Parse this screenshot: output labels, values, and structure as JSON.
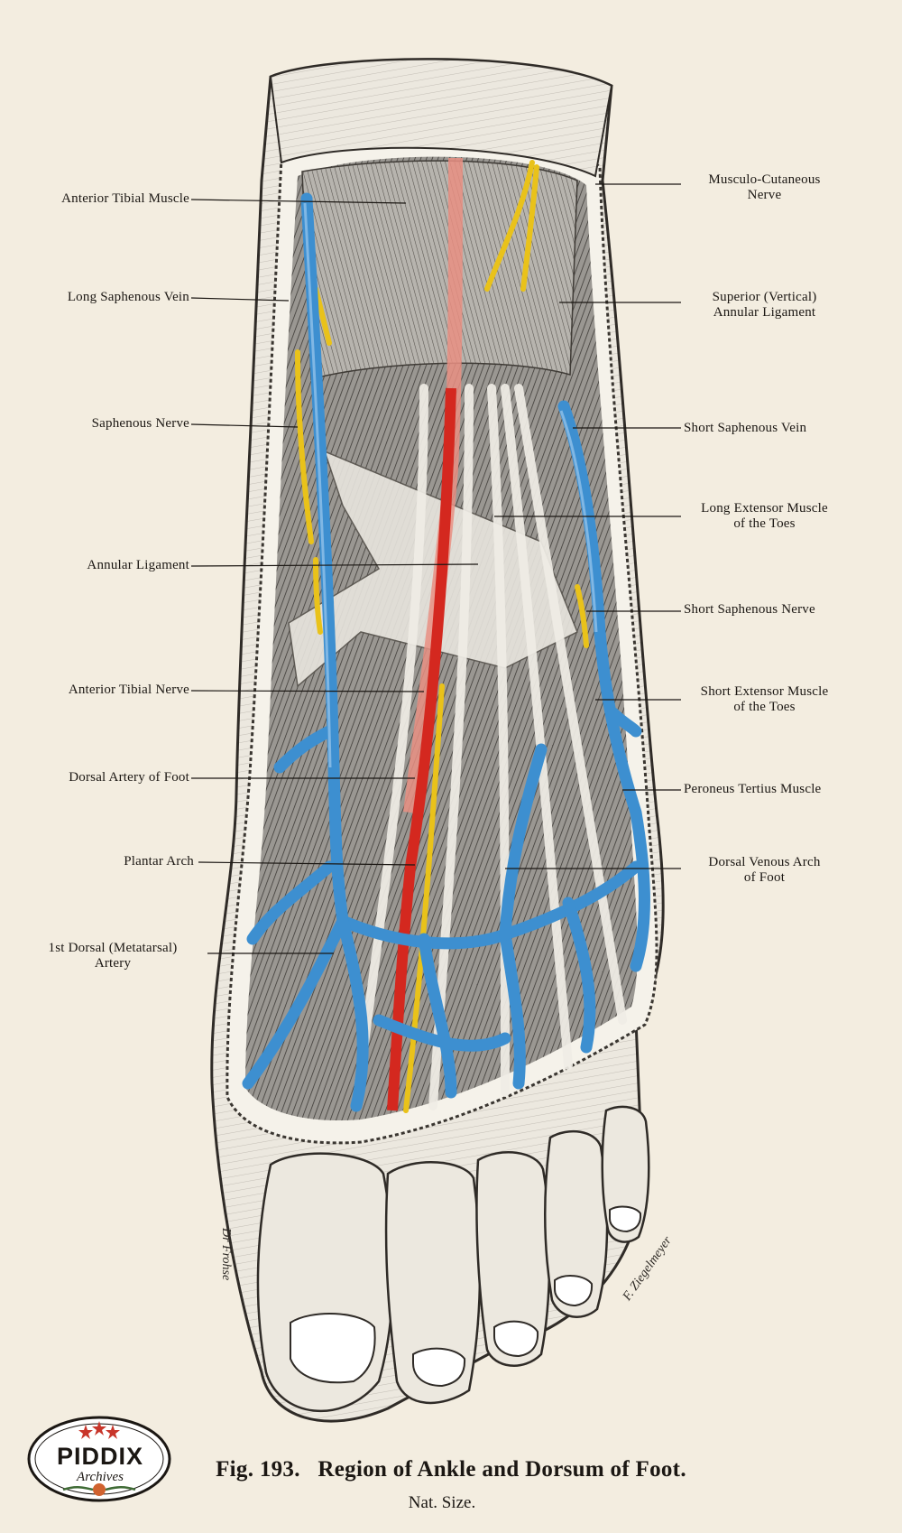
{
  "labels_left": [
    {
      "id": "anterior-tibial-muscle",
      "lines": [
        "Anterior Tibial Muscle"
      ]
    },
    {
      "id": "long-saphenous-vein",
      "lines": [
        "Long Saphenous Vein"
      ]
    },
    {
      "id": "saphenous-nerve",
      "lines": [
        "Saphenous Nerve"
      ]
    },
    {
      "id": "annular-ligament",
      "lines": [
        "Annular Ligament"
      ]
    },
    {
      "id": "anterior-tibial-nerve",
      "lines": [
        "Anterior Tibial Nerve"
      ]
    },
    {
      "id": "dorsal-artery-of-foot",
      "lines": [
        "Dorsal Artery of Foot"
      ]
    },
    {
      "id": "plantar-arch",
      "lines": [
        "Plantar Arch"
      ]
    },
    {
      "id": "first-dorsal-metatarsal-artery",
      "lines": [
        "1st Dorsal (Metatarsal)",
        "Artery"
      ]
    }
  ],
  "labels_right": [
    {
      "id": "musculo-cutaneous-nerve",
      "lines": [
        "Musculo-Cutaneous",
        "Nerve"
      ]
    },
    {
      "id": "superior-vertical-annular-ligament",
      "lines": [
        "Superior (Vertical)",
        "Annular Ligament"
      ]
    },
    {
      "id": "short-saphenous-vein",
      "lines": [
        "Short Saphenous Vein"
      ]
    },
    {
      "id": "long-extensor-muscle-of-the-toes",
      "lines": [
        "Long Extensor Muscle",
        "of the Toes"
      ]
    },
    {
      "id": "short-saphenous-nerve",
      "lines": [
        "Short Saphenous Nerve"
      ]
    },
    {
      "id": "short-extensor-muscle-of-the-toes",
      "lines": [
        "Short Extensor Muscle",
        "of the Toes"
      ]
    },
    {
      "id": "peroneus-tertius-muscle",
      "lines": [
        "Peroneus Tertius Muscle"
      ]
    },
    {
      "id": "dorsal-venous-arch-of-foot",
      "lines": [
        "Dorsal Venous Arch",
        "of Foot"
      ]
    }
  ],
  "caption": {
    "title": "Fig. 193.   Region of Ankle and Dorsum of Foot.",
    "subtitle": "Nat. Size."
  },
  "logo": {
    "text": "PIDDIX",
    "subtext": "Archives"
  },
  "signatures": {
    "left": "Dr Frohse",
    "right": "F. Ziegelmeyer"
  },
  "colors": {
    "background": "#f3ede0",
    "ink": "#1b1713",
    "vein": "#3d8fd0",
    "vein_dark": "#1f5f9a",
    "artery": "#d4281f",
    "artery_light": "#e98f83",
    "nerve": "#e9c21a",
    "skin": "#eeeae2",
    "muscle": "#8d8a86"
  }
}
